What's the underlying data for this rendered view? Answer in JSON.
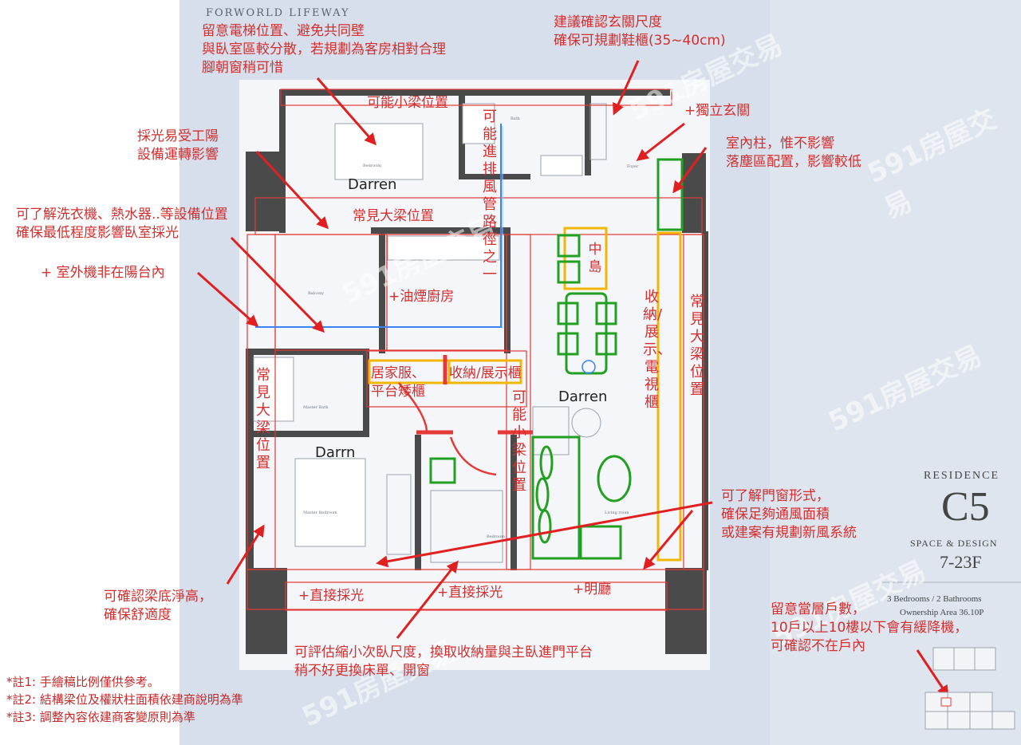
{
  "brand": "FORWORLD LIFEWAY",
  "residence": {
    "label": "RESIDENCE",
    "unit": "C5",
    "space_design": "SPACE & DESIGN",
    "floors": "7-23F",
    "bedrooms": "3 Bedrooms / 2 Bathrooms",
    "area": "Ownership Area 36.10P"
  },
  "watermark": "591房屋交易",
  "rooms": {
    "bedroom_top": "Darren",
    "living": "Darren",
    "master": "Darrn",
    "plan_bedroom": "Bedroom",
    "plan_bath": "Bath",
    "plan_foyer": "Foyer",
    "plan_balcony": "Balcony",
    "plan_master_bath": "Master Bath",
    "plan_master_bedroom": "Master Bedroom",
    "plan_living": "Living room"
  },
  "annotations": {
    "elevator": "留意電梯位置、避免共同壁\n與臥室區較分散，若規劃為客房相對合理\n腳朝窗稍可惜",
    "entrance_size": "建議確認玄關尺度\n確保可規劃鞋櫃(35~40cm)",
    "beam_small_top": "可能小梁位置",
    "independent_entry": "+獨立玄關",
    "sunlight": "採光易受工陽\n設備運轉影響",
    "column": "室內柱，惟不影響\n落塵區配置，影響較低",
    "washer": "可了解洗衣機、熱水器..等設備位置\n確保最低程度影響臥室採光",
    "common_beam": "常見大梁位置",
    "outdoor_unit": "+ 室外機非在陽台內",
    "kitchen": "+油煙廚房",
    "clothes": "居家服、\n平台矮櫃",
    "display": "收納/展示櫃",
    "window_type": "可了解門窗形式，\n確保足夠通風面積\n或建案有規劃新風系統",
    "ceiling_height": "可確認梁底淨高，\n確保舒適度",
    "light1": "+直接採光",
    "light2": "+直接採光",
    "bright_hall": "+明廳",
    "reduce_room": "可評估縮小次臥尺度，換取收納量與主臥進門平台\n稍不好更換床單、開窗",
    "households": "留意當層戶數，\n10戶以上10樓以下會有緩降機，\n可確認不在戶內",
    "v_duct": "可能進排風管路徑之一",
    "v_island": "中島",
    "v_storage": "收納/展示、電視櫃",
    "v_beam_right": "常見大梁位置",
    "v_beam_left": "常見大梁位置",
    "v_beam_small": "可能小梁位置"
  },
  "notes": [
    "*註1: 手繪稿比例僅供參考。",
    "*註2: 結構梁位及權狀柱面積依建商說明為準",
    "*註3: 調整內容依建商客變原則為準"
  ],
  "colors": {
    "annotation": "#d32f2f",
    "storage_box": "#f2b705",
    "furniture": "#22a022",
    "duct": "#3b82f6",
    "wall": "#4a4a4a",
    "background": "#d5dde9"
  }
}
